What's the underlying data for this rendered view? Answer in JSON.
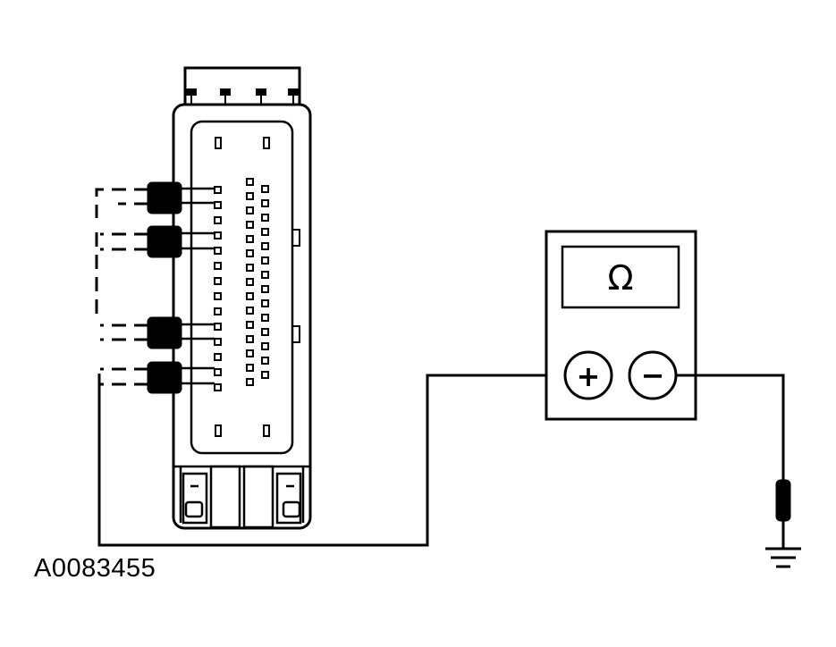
{
  "figure_ref": "A0083455",
  "meter": {
    "display": "Ω",
    "positive_terminal": "+",
    "negative_terminal": "−"
  },
  "colors": {
    "line": "#000000",
    "background": "#ffffff"
  },
  "icons": [
    "connector-module",
    "jumper-wire",
    "ohmmeter",
    "ground-symbol"
  ]
}
